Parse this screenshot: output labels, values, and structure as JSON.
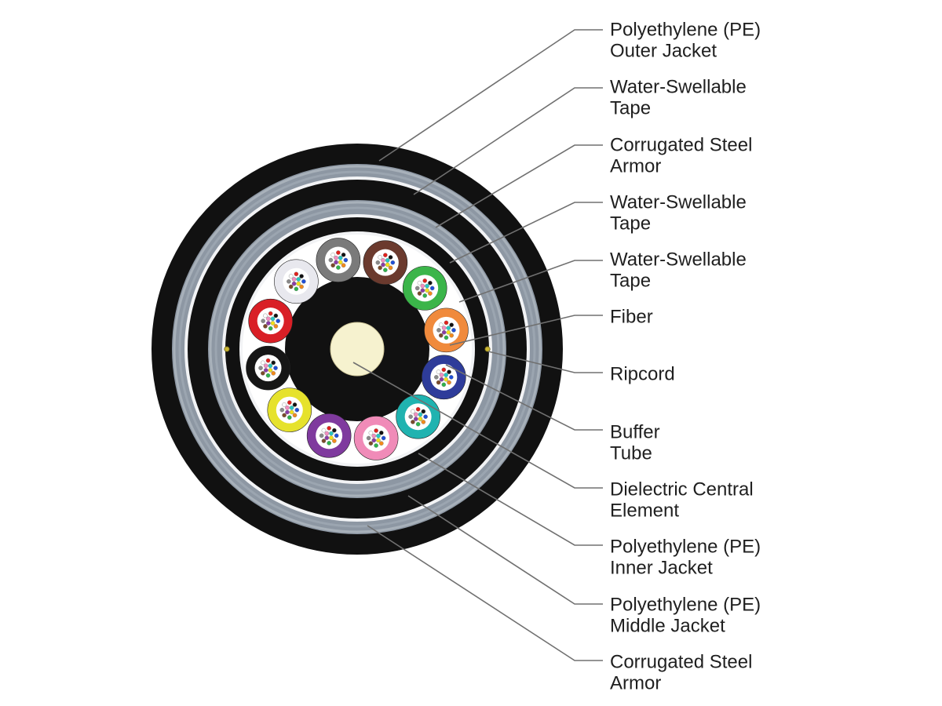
{
  "callouts": [
    {
      "id": "outer-jacket",
      "lines": [
        "Polyethylene (PE)",
        "Outer Jacket"
      ]
    },
    {
      "id": "tape-1",
      "lines": [
        "Water-Swellable",
        "Tape"
      ]
    },
    {
      "id": "armor-1",
      "lines": [
        "Corrugated Steel",
        "Armor"
      ]
    },
    {
      "id": "tape-2",
      "lines": [
        "Water-Swellable",
        "Tape"
      ]
    },
    {
      "id": "tape-3",
      "lines": [
        "Water-Swellable",
        "Tape"
      ]
    },
    {
      "id": "fiber",
      "lines": [
        "Fiber"
      ]
    },
    {
      "id": "ripcord",
      "lines": [
        "Ripcord"
      ]
    },
    {
      "id": "buffer-tube",
      "lines": [
        "Buffer",
        "Tube"
      ]
    },
    {
      "id": "central-element",
      "lines": [
        "Dielectric Central",
        "Element"
      ]
    },
    {
      "id": "inner-jacket",
      "lines": [
        "Polyethylene (PE)",
        "Inner Jacket"
      ]
    },
    {
      "id": "middle-jacket",
      "lines": [
        "Polyethylene (PE)",
        "Middle Jacket"
      ]
    },
    {
      "id": "armor-2",
      "lines": [
        "Corrugated Steel",
        "Armor"
      ]
    }
  ],
  "colors": {
    "jacket": "#111111",
    "armor": "#8d97a3",
    "tape": "#f2f3f5",
    "filler": "#ffffff",
    "core": "#f6f2cf",
    "leader": "#707070"
  },
  "buffer_tubes": [
    {
      "name": "brown",
      "color": "#6b3a2e"
    },
    {
      "name": "green",
      "color": "#3bb54a"
    },
    {
      "name": "orange",
      "color": "#f08a3c"
    },
    {
      "name": "blue",
      "color": "#2e3c9a"
    },
    {
      "name": "aqua",
      "color": "#20b3b0"
    },
    {
      "name": "rose",
      "color": "#f08bb8"
    },
    {
      "name": "violet",
      "color": "#7f3a9e"
    },
    {
      "name": "yellow",
      "color": "#e6e22c"
    },
    {
      "name": "black",
      "color": "#161616"
    },
    {
      "name": "red",
      "color": "#d91f26"
    },
    {
      "name": "white",
      "color": "#e8e8ee"
    },
    {
      "name": "slate",
      "color": "#7a7a7a"
    }
  ],
  "fiber_colors": [
    "#1e4fd8",
    "#f28a1c",
    "#2fb24b",
    "#7a4a2a",
    "#8a8a8a",
    "#ffffff",
    "#e0201c",
    "#111111",
    "#f2e11a",
    "#8b3ca6",
    "#f28fc0",
    "#27c7c2"
  ]
}
